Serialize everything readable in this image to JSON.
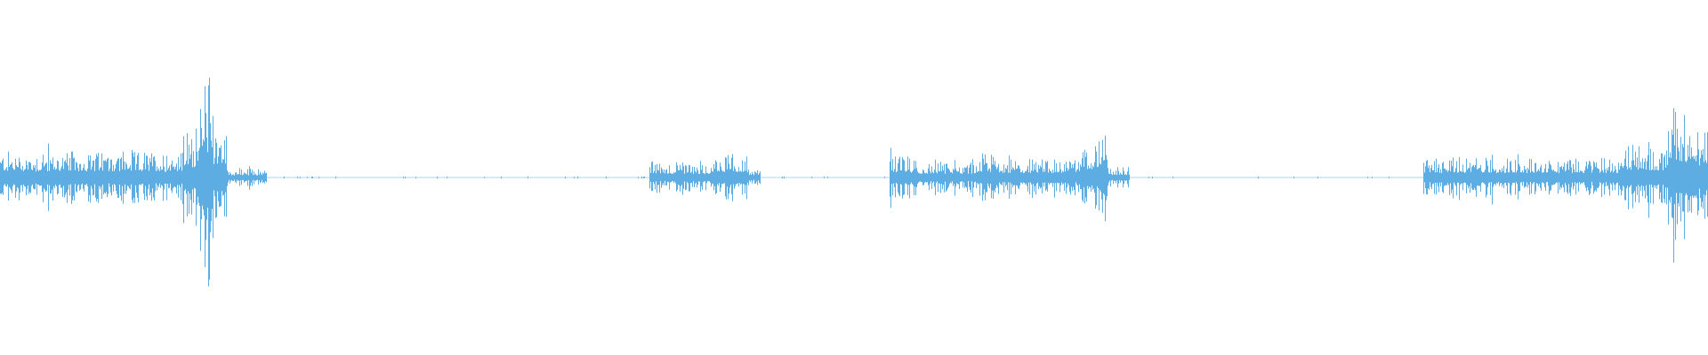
{
  "waveform": {
    "color": "#5dade2",
    "background": "#ffffff",
    "segments": [
      {
        "start": 0.0,
        "end": 0.205,
        "level": 0.2
      },
      {
        "start": 0.205,
        "end": 0.22,
        "level": 0.35
      },
      {
        "start": 0.22,
        "end": 0.23,
        "level": 0.55
      },
      {
        "start": 0.23,
        "end": 0.24,
        "level": 0.85
      },
      {
        "start": 0.24,
        "end": 0.255,
        "level": 0.4
      },
      {
        "start": 0.255,
        "end": 0.3,
        "level": 0.07
      },
      {
        "start": 0.3,
        "end": 0.73,
        "level": 0.0
      },
      {
        "start": 0.73,
        "end": 0.8,
        "level": 0.12
      },
      {
        "start": 0.8,
        "end": 0.84,
        "level": 0.18
      },
      {
        "start": 0.84,
        "end": 0.855,
        "level": 0.07
      },
      {
        "start": 0.855,
        "end": 0.98,
        "level": 0.0
      },
      {
        "start": 1.0,
        "end": 1.03,
        "level": 0.16
      },
      {
        "start": 1.03,
        "end": 1.1,
        "level": 0.12
      },
      {
        "start": 1.1,
        "end": 1.12,
        "level": 0.18
      },
      {
        "start": 1.12,
        "end": 1.21,
        "level": 0.15
      },
      {
        "start": 1.21,
        "end": 1.23,
        "level": 0.22
      },
      {
        "start": 1.23,
        "end": 1.245,
        "level": 0.3
      },
      {
        "start": 1.245,
        "end": 1.27,
        "level": 0.08
      },
      {
        "start": 1.27,
        "end": 1.6,
        "level": 0.0
      },
      {
        "start": 1.6,
        "end": 1.61,
        "level": 0.16
      },
      {
        "start": 1.61,
        "end": 1.82,
        "level": 0.15
      },
      {
        "start": 1.82,
        "end": 1.875,
        "level": 0.22
      },
      {
        "start": 1.875,
        "end": 1.91,
        "level": 0.5
      },
      {
        "start": 1.91,
        "end": 1.92,
        "level": 0.35
      }
    ]
  }
}
